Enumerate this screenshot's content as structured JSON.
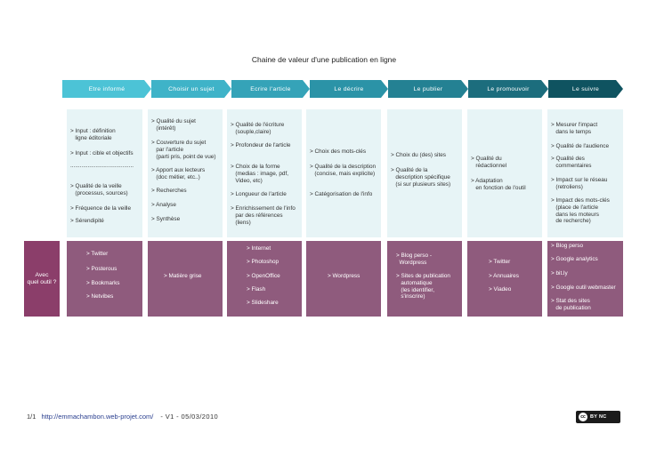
{
  "title": "Chaine de valeur d'une publication en ligne",
  "stages": [
    {
      "label": "Etre informé",
      "color": "#4cc3d6"
    },
    {
      "label": "Choisir un sujet",
      "color": "#3fb3c8"
    },
    {
      "label": "Ecrire l'article",
      "color": "#35a3b8"
    },
    {
      "label": "Le décrire",
      "color": "#2b93a7"
    },
    {
      "label": "Le publier",
      "color": "#248193"
    },
    {
      "label": "Le promouvoir",
      "color": "#1c6d7d"
    },
    {
      "label": "Le suivre",
      "color": "#0f5360"
    }
  ],
  "columns": [
    {
      "items": [
        "> Input : définition\n   ligne éditoriale",
        "> Input : cible et objectifs",
        "........................................",
        "> Qualité de la veille\n   (processus, sources)",
        "> Fréquence de la veille",
        "> Sérendipité"
      ]
    },
    {
      "items": [
        "> Qualité du sujet\n   (intérêt)",
        "> Couverture du sujet\n   par l'article\n   (parti pris, point de vue)",
        "> Apport aux lecteurs\n   (doc métier, etc..)",
        "> Recherches",
        "> Analyse",
        "> Synthèse"
      ]
    },
    {
      "items": [
        "> Qualité de l'écriture\n   (souple,claire)",
        "> Profondeur de l'article",
        "> Choix de la forme\n   (medias : image, pdf,\n   Video, etc)",
        "> Longueur de l'article",
        "> Enrichissement de l'info\n   par des références\n   (liens)"
      ]
    },
    {
      "items": [
        "> Choix des mots-clés",
        "> Qualité de la description\n   (concise, mais explicite)",
        "> Catégorisation de l'info"
      ]
    },
    {
      "items": [
        "> Choix du (des) sites",
        "> Qualité de la\n   description spécifique\n   (si sur plusieurs sites)"
      ]
    },
    {
      "items": [
        "> Qualité du\n   rédactionnel",
        "> Adaptation\n   en fonction de l'outil"
      ]
    },
    {
      "items": [
        "> Mesurer l'impact\n   dans le temps",
        "> Qualité de l'audience",
        "> Qualité des\n   commentaires",
        "> Impact sur le réseau\n   (retroliens)",
        "> Impact des mots-clés\n   (place de l'article\n   dans les moteurs\n   de recherche)"
      ]
    }
  ],
  "tool_label": "Avec\nquel outil ?",
  "tools": [
    {
      "items": [
        "> Twitter",
        "> Posterous",
        "> Bookmarks",
        "> Netvibes"
      ]
    },
    {
      "items": [
        "> Matière grise"
      ]
    },
    {
      "items": [
        "> Internet",
        "> Photoshop",
        "> OpenOffice",
        "> Flash",
        "> Slideshare"
      ]
    },
    {
      "items": [
        "> Wordpress"
      ]
    },
    {
      "items": [
        "> Blog perso -\n  Wordpress",
        "> Sites de publication\n   automatique\n   (les identifier,\n   s'inscrire)"
      ]
    },
    {
      "items": [
        "> Twitter",
        "> Annuaires",
        "> Viadeo"
      ]
    },
    {
      "items": [
        "> Blog perso",
        "> Google analytics",
        "> bit.ly",
        "> Google outil webmaster",
        "> Stat des sites\n   de publication"
      ]
    }
  ],
  "footer": {
    "page": "1/1",
    "url": "http://emmachambon.web-projet.com/",
    "version": "- V1 - 05/03/2010"
  },
  "license": {
    "badge": "cc",
    "text": "BY NC"
  }
}
